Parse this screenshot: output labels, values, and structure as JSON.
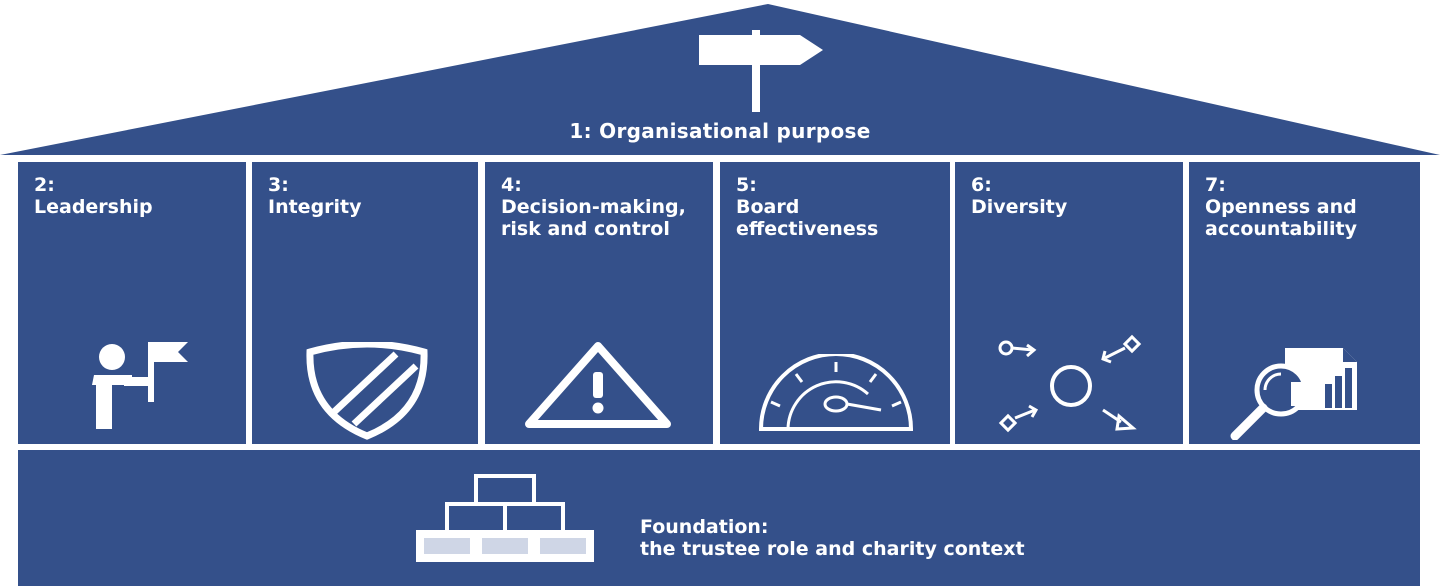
{
  "roof": {
    "label": "1: Organisational purpose",
    "icon": "signpost-icon"
  },
  "pillars": [
    {
      "number": "2:",
      "title": "Leadership",
      "icon": "leader-with-flag-icon"
    },
    {
      "number": "3:",
      "title": "Integrity",
      "icon": "shield-icon"
    },
    {
      "number": "4:",
      "title": "Decision-making,\nrisk and control",
      "icon": "warning-triangle-icon"
    },
    {
      "number": "5:",
      "title": "Board\neffectiveness",
      "icon": "speedometer-icon"
    },
    {
      "number": "6:",
      "title": "Diversity",
      "icon": "diverse-arrows-circle-icon"
    },
    {
      "number": "7:",
      "title": "Openness and\naccountability",
      "icon": "magnifier-report-icon"
    }
  ],
  "foundation": {
    "line1": "Foundation:",
    "line2": "the trustee role and charity context",
    "icon": "brick-pyramid-icon"
  },
  "colors": {
    "primary": "#34508a",
    "background": "#ffffff",
    "text": "#ffffff"
  }
}
